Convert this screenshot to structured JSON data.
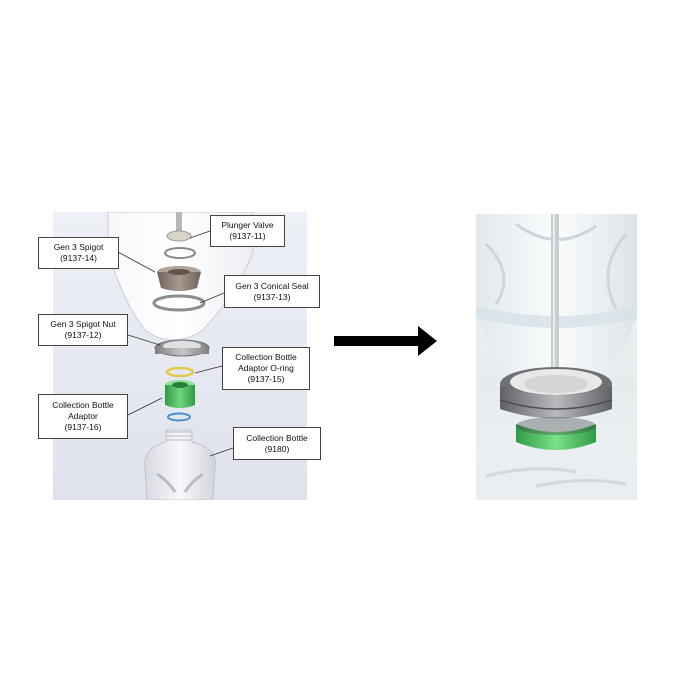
{
  "labels": {
    "plunger_valve": {
      "name": "Plunger Valve",
      "code": "(9137-11)"
    },
    "gen3_spigot": {
      "name": "Gen 3 Spigot",
      "code": "(9137-14)"
    },
    "gen3_conical_seal": {
      "name": "Gen 3 Conical Seal",
      "code": "(9137-13)"
    },
    "gen3_spigot_nut": {
      "name": "Gen 3 Spigot Nut",
      "code": "(9137-12)"
    },
    "bottle_adaptor_oring": {
      "line1": "Collection Bottle",
      "line2": "Adaptor O-ring",
      "code": "(9137-15)"
    },
    "bottle_adaptor": {
      "line1": "Collection Bottle",
      "line2": "Adaptor",
      "code": "(9137-16)"
    },
    "collection_bottle": {
      "name": "Collection Bottle",
      "code": "(9180)"
    }
  },
  "colors": {
    "adaptor_green": "#4cbf5e",
    "oring_yellow": "#e2c94a",
    "oring_blue": "#4a8ed0",
    "spigot_brown": "#8f8178",
    "nut_gray": "#9a9c9e",
    "arrow": "#000000"
  },
  "icons": {
    "transition": "right-arrow-icon"
  }
}
